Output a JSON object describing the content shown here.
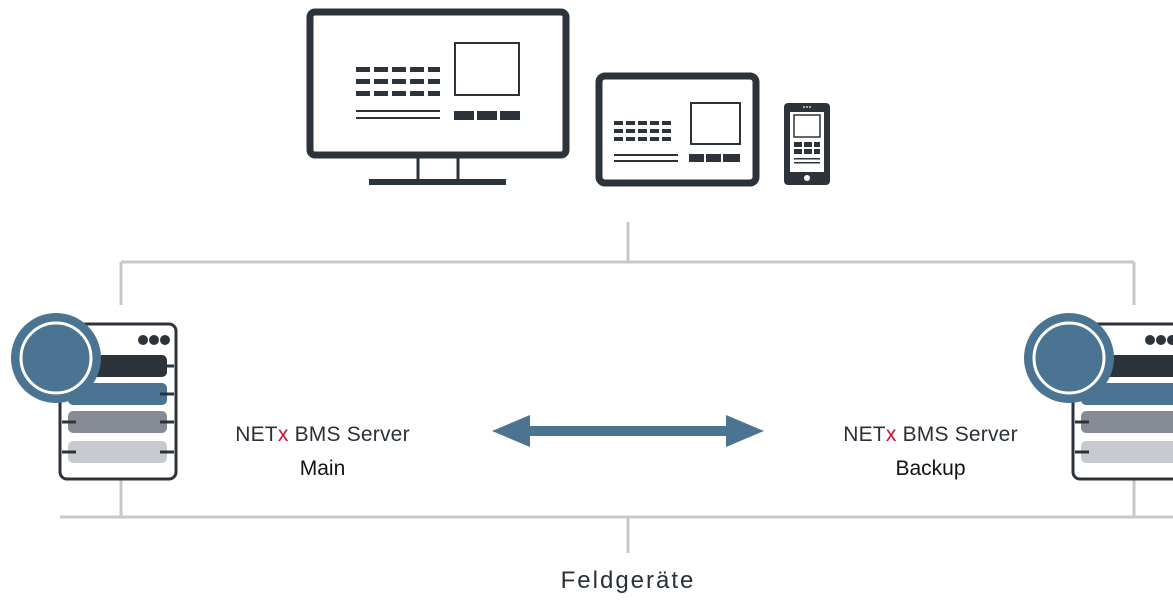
{
  "servers": {
    "main": {
      "name_prefix": "NET",
      "name_accent": "x",
      "name_suffix": " BMS Server",
      "role": "Main"
    },
    "backup": {
      "name_prefix": "NET",
      "name_accent": "x",
      "name_suffix": " BMS Server",
      "role": "Backup"
    }
  },
  "field_devices_label": "Feldgeräte",
  "colors": {
    "frame": "#2c333b",
    "line": "#c8c8cc",
    "teal": "#4a7491",
    "accent": "#c8102e",
    "slot_dark": "#2c333b",
    "slot_teal": "#4a7491",
    "slot_gray": "#878c94",
    "slot_light": "#c9cacf"
  },
  "icons": {
    "clients": [
      "desktop-monitor-icon",
      "tablet-icon",
      "smartphone-icon"
    ],
    "servers": [
      "server-icon",
      "server-icon"
    ],
    "sync": "bidirectional-arrow-icon"
  }
}
